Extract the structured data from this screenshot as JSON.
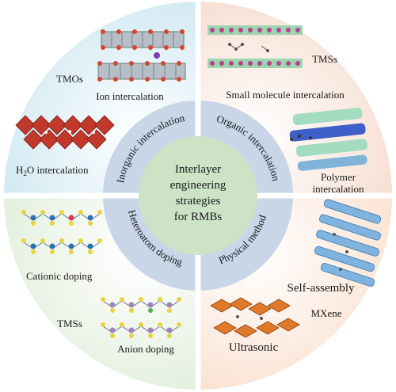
{
  "center": {
    "line1": "Interlayer",
    "line2": "engineering",
    "line3": "strategies",
    "line4": "for RMBs"
  },
  "ring": {
    "inorganic": "Inorganic intercalation",
    "organic": "Organic intercalation",
    "heteroatom": "Heteroatom doping",
    "physical": "Physical method"
  },
  "quadrants": {
    "top_left": {
      "tmos": "TMOs",
      "ion": "Ion intercalation",
      "h2o_prefix": "H",
      "h2o_sub": "2",
      "h2o_suffix": "O intercalation"
    },
    "top_right": {
      "tmss": "TMSs",
      "small_molecule": "Small molecule intercalation",
      "polymer1": "Polymer",
      "polymer2": "intercalation"
    },
    "bottom_left": {
      "cationic": "Cationic doping",
      "tmss": "TMSs",
      "anion": "Anion doping"
    },
    "bottom_right": {
      "self_assembly": "Self-assembly",
      "mxene": "MXene",
      "ultrasonic": "Ultrasonic"
    }
  },
  "colors": {
    "q_top_left": "#d9eef3",
    "q_top_right": "#f8e6dc",
    "q_bottom_left": "#e7f1e2",
    "q_bottom_right": "#fbe8da",
    "ring": "#c9d7e8",
    "center": "#cfe5c8",
    "divider": "#ffffff",
    "tmo_red": "#c0392b",
    "oxygen": "#d9442f",
    "polyhedra_gray": "#9aa3ad",
    "sulfur": "#e9d34a",
    "metal_blue": "#2e6fb7",
    "metal_purple": "#8e7aa8",
    "carbon_green": "#4fae7a",
    "mxene_orange": "#e07a2a",
    "mxene_blue": "#5f9fd4"
  }
}
